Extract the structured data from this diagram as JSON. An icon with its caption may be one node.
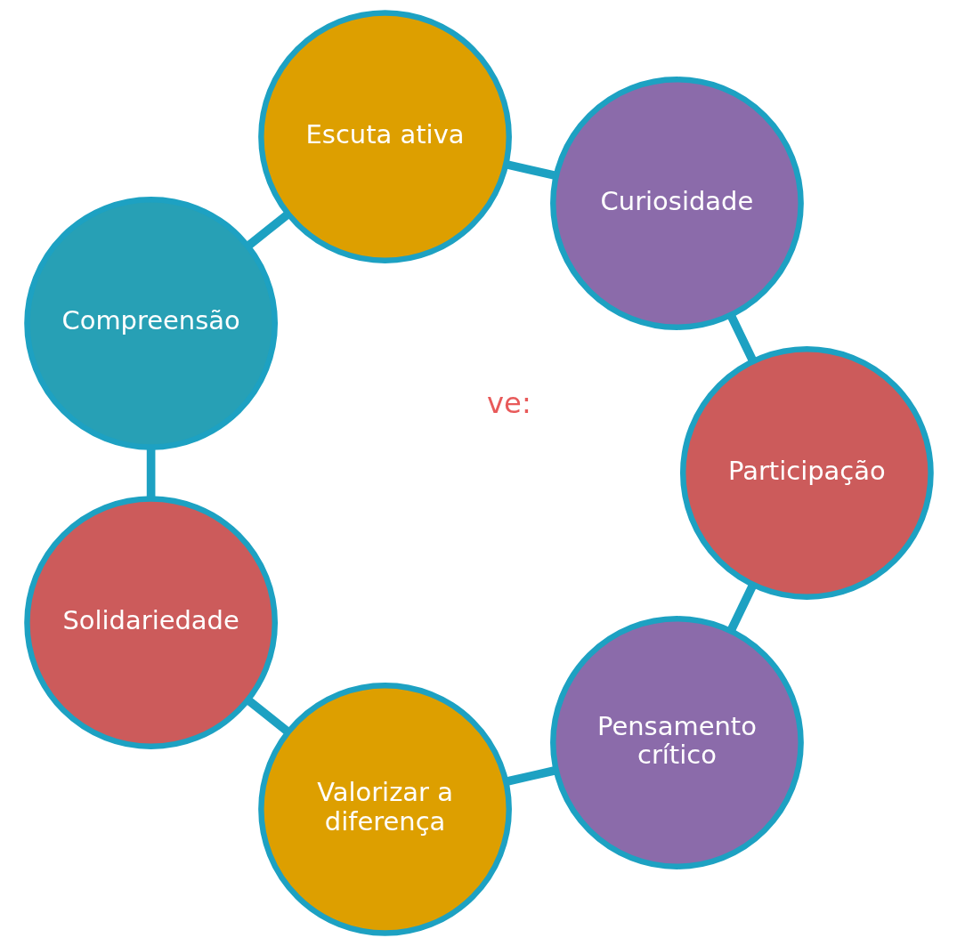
{
  "diagram": {
    "nodes": [
      {
        "text": [
          "Pensamento crítico"
        ]
      },
      {
        "text": [
          "Valorizar a diferença"
        ]
      },
      {
        "text": [
          "Solidariedade"
        ]
      },
      {
        "text": [
          "Compreensão"
        ]
      },
      {
        "text": [
          "Escuta ativa"
        ]
      },
      {
        "text": [
          "Curiosidade"
        ]
      },
      {
        "text": [
          "Participação"
        ]
      }
    ],
    "edges": [
      {
        "from": 0,
        "to": 1,
        "arrow": "none"
      },
      {
        "from": 1,
        "to": 2,
        "arrow": "none"
      },
      {
        "from": 2,
        "to": 3,
        "arrow": "none"
      },
      {
        "from": 3,
        "to": 4,
        "arrow": "none"
      },
      {
        "from": 4,
        "to": 5,
        "arrow": "none"
      },
      {
        "from": 5,
        "to": 6,
        "arrow": "none"
      },
      {
        "from": 6,
        "to": 0,
        "arrow": "none"
      }
    ],
    "labels": [
      "ve:"
    ]
  }
}
